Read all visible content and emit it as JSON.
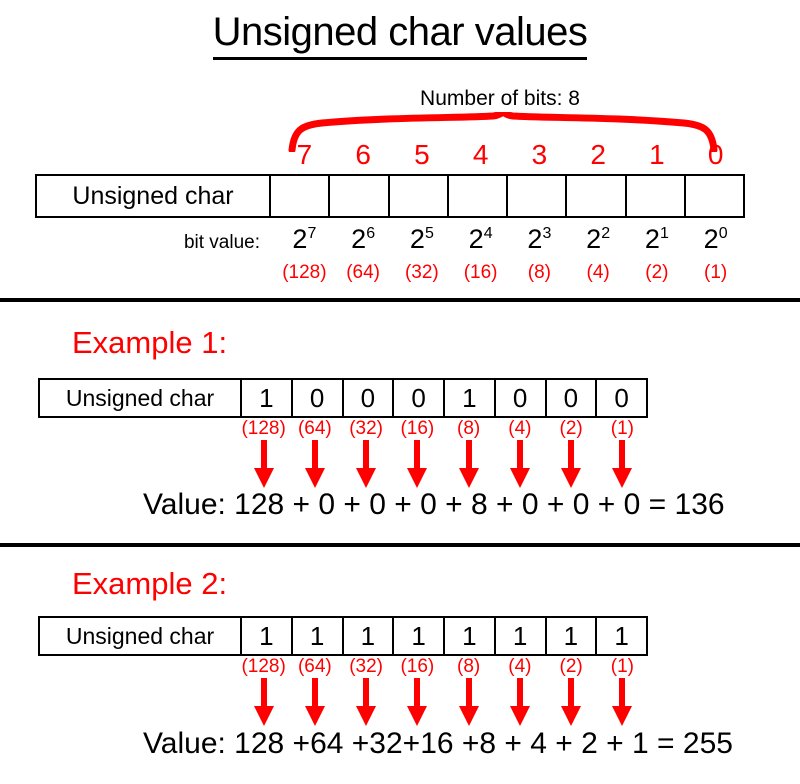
{
  "title": "Unsigned char values",
  "colors": {
    "accent_red": "#FF0000",
    "ink": "#000000",
    "paper": "#FFFFFF"
  },
  "top_section": {
    "bits_caption": "Number of bits: 8",
    "row_label": "Unsigned char",
    "bit_indices": [
      "7",
      "6",
      "5",
      "4",
      "3",
      "2",
      "1",
      "0"
    ],
    "bit_cells": [
      "",
      "",
      "",
      "",
      "",
      "",
      "",
      ""
    ],
    "bit_value_label": "bit value:",
    "powers_base": [
      "2",
      "2",
      "2",
      "2",
      "2",
      "2",
      "2",
      "2"
    ],
    "powers_exp": [
      "7",
      "6",
      "5",
      "4",
      "3",
      "2",
      "1",
      "0"
    ],
    "decimals": [
      "(128)",
      "(64)",
      "(32)",
      "(16)",
      "(8)",
      "(4)",
      "(2)",
      "(1)"
    ]
  },
  "example1": {
    "heading": "Example 1:",
    "row_label": "Unsigned char",
    "bits": [
      "1",
      "0",
      "0",
      "0",
      "1",
      "0",
      "0",
      "0"
    ],
    "decimals": [
      "(128)",
      "(64)",
      "(32)",
      "(16)",
      "(8)",
      "(4)",
      "(2)",
      "(1)"
    ],
    "value_prefix": "Value:",
    "terms": [
      "128",
      "0",
      "0",
      "0",
      "8",
      "0",
      "0",
      "0"
    ],
    "operator": "+",
    "equals": "=",
    "result": "136",
    "value_expression": "Value: 128 + 0 + 0 + 0 + 8 +  0 + 0 + 0 = 136"
  },
  "example2": {
    "heading": "Example 2:",
    "row_label": "Unsigned char",
    "bits": [
      "1",
      "1",
      "1",
      "1",
      "1",
      "1",
      "1",
      "1"
    ],
    "decimals": [
      "(128)",
      "(64)",
      "(32)",
      "(16)",
      "(8)",
      "(4)",
      "(2)",
      "(1)"
    ],
    "value_prefix": "Value:",
    "terms": [
      "128",
      "64",
      "32",
      "16",
      "8",
      "4",
      "2",
      "1"
    ],
    "operator": "+",
    "equals": "=",
    "result": "255",
    "value_expression": "Value: 128 +64 +32+16 +8 + 4  +  2  +  1 = 255"
  }
}
